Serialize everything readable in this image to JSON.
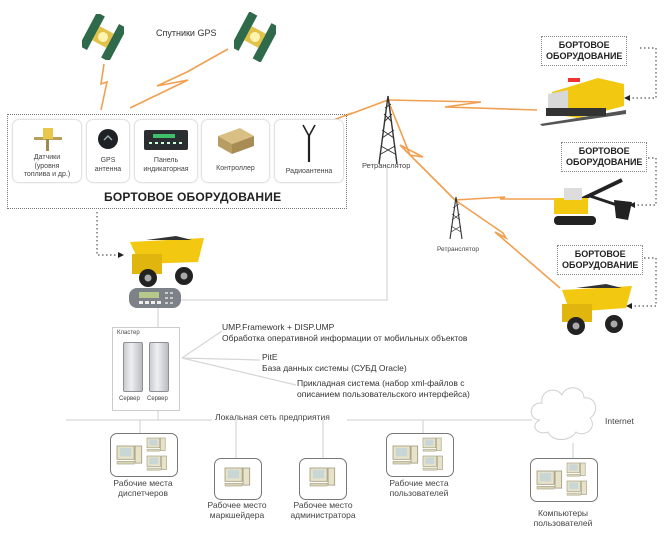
{
  "satellites": {
    "label": "Спутники GPS"
  },
  "onboard": {
    "title": "БОРТОВОЕ ОБОРУДОВАНИЕ",
    "devices": [
      {
        "icon": "fuel-sensor-icon",
        "label_lines": [
          "Датчики",
          "(уровня",
          "топлива и др.)"
        ]
      },
      {
        "icon": "gps-antenna-icon",
        "label_lines": [
          "GPS",
          "антенна"
        ]
      },
      {
        "icon": "indicator-panel-icon",
        "label_lines": [
          "Панель",
          "индикаторная"
        ]
      },
      {
        "icon": "controller-icon",
        "label_lines": [
          "Контроллер"
        ]
      },
      {
        "icon": "radio-antenna-icon",
        "label_lines": [
          "Радиоантенна"
        ]
      }
    ]
  },
  "repeaters": [
    {
      "label": "Ретранслятор"
    },
    {
      "label": "Ретранслятор"
    }
  ],
  "vehicles": [
    {
      "type": "locomotive",
      "equipment_label_lines": [
        "БОРТОВОЕ",
        "ОБОРУДОВАНИЕ"
      ]
    },
    {
      "type": "excavator",
      "equipment_label_lines": [
        "БОРТОВОЕ",
        "ОБОРУДОВАНИЕ"
      ]
    },
    {
      "type": "dump-truck",
      "equipment_label_lines": [
        "БОРТОВОЕ",
        "ОБОРУДОВАНИЕ"
      ]
    }
  ],
  "cluster": {
    "label": "Кластер",
    "servers": [
      {
        "label": "Сервер"
      },
      {
        "label": "Сервер"
      }
    ]
  },
  "software": [
    {
      "lines": [
        "UMP.Framework + DISP.UMP",
        "Обработка оперативной информации от мобильных объектов"
      ]
    },
    {
      "lines": [
        "PitE",
        "База данных системы (СУБД Oracle)"
      ]
    },
    {
      "lines": [
        "Прикладная система (набор xml-файлов с",
        "описанием пользовательского интерфейса)"
      ]
    }
  ],
  "lan": {
    "label": "Локальная сеть предприятия"
  },
  "internet": {
    "label": "Internet"
  },
  "workstations": [
    {
      "label_lines": [
        "Рабочие места",
        "диспетчеров"
      ],
      "multi": true
    },
    {
      "label_lines": [
        "Рабочее место",
        "маркшейдера"
      ],
      "multi": false
    },
    {
      "label_lines": [
        "Рабочее место",
        "администратора"
      ],
      "multi": false
    },
    {
      "label_lines": [
        "Рабочие места",
        "пользователей"
      ],
      "multi": true
    },
    {
      "label_lines": [
        "Компьютеры",
        "пользователей"
      ],
      "multi": true
    }
  ],
  "colors": {
    "radio_link": "#f0a050",
    "vehicle_yellow": "#f2c811",
    "line_gray": "#d6d6d6"
  }
}
